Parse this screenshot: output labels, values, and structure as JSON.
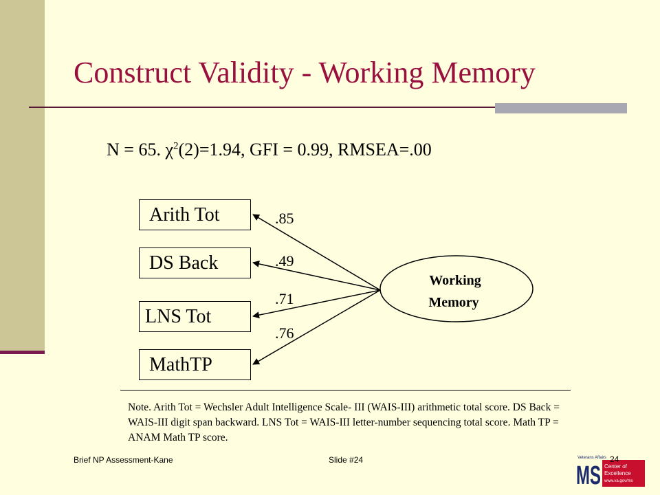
{
  "title": "Construct Validity - Working Memory",
  "stats": {
    "prefix": "N = 65. ",
    "chi": "χ",
    "exp": "2",
    "rest": "(2)=1.94, GFI = 0.99, RMSEA=.00"
  },
  "diagram": {
    "factor": {
      "line1": "Working",
      "line2": "Memory"
    },
    "indicators": [
      {
        "label": "Arith Tot",
        "loading": ".85"
      },
      {
        "label": "DS Back",
        "loading": ".49"
      },
      {
        "label": "LNS Tot",
        "loading": ".71"
      },
      {
        "label": "MathTP",
        "loading": ".76"
      }
    ]
  },
  "note": "Note. Arith Tot = Wechsler Adult Intelligence Scale- III (WAIS-III) arithmetic total score. DS Back = WAIS-III digit span backward. LNS Tot = WAIS-III letter-number sequencing total score. Math TP = ANAM Math TP score.",
  "footer": {
    "left": "Brief NP Assessment-Kane",
    "center": "Slide #24",
    "page": "24"
  },
  "logo": {
    "top": "Veterans Affairs",
    "mark": "MS",
    "line1": "Center of",
    "line2": "Excellence",
    "url": "www.va.gov/ms"
  }
}
